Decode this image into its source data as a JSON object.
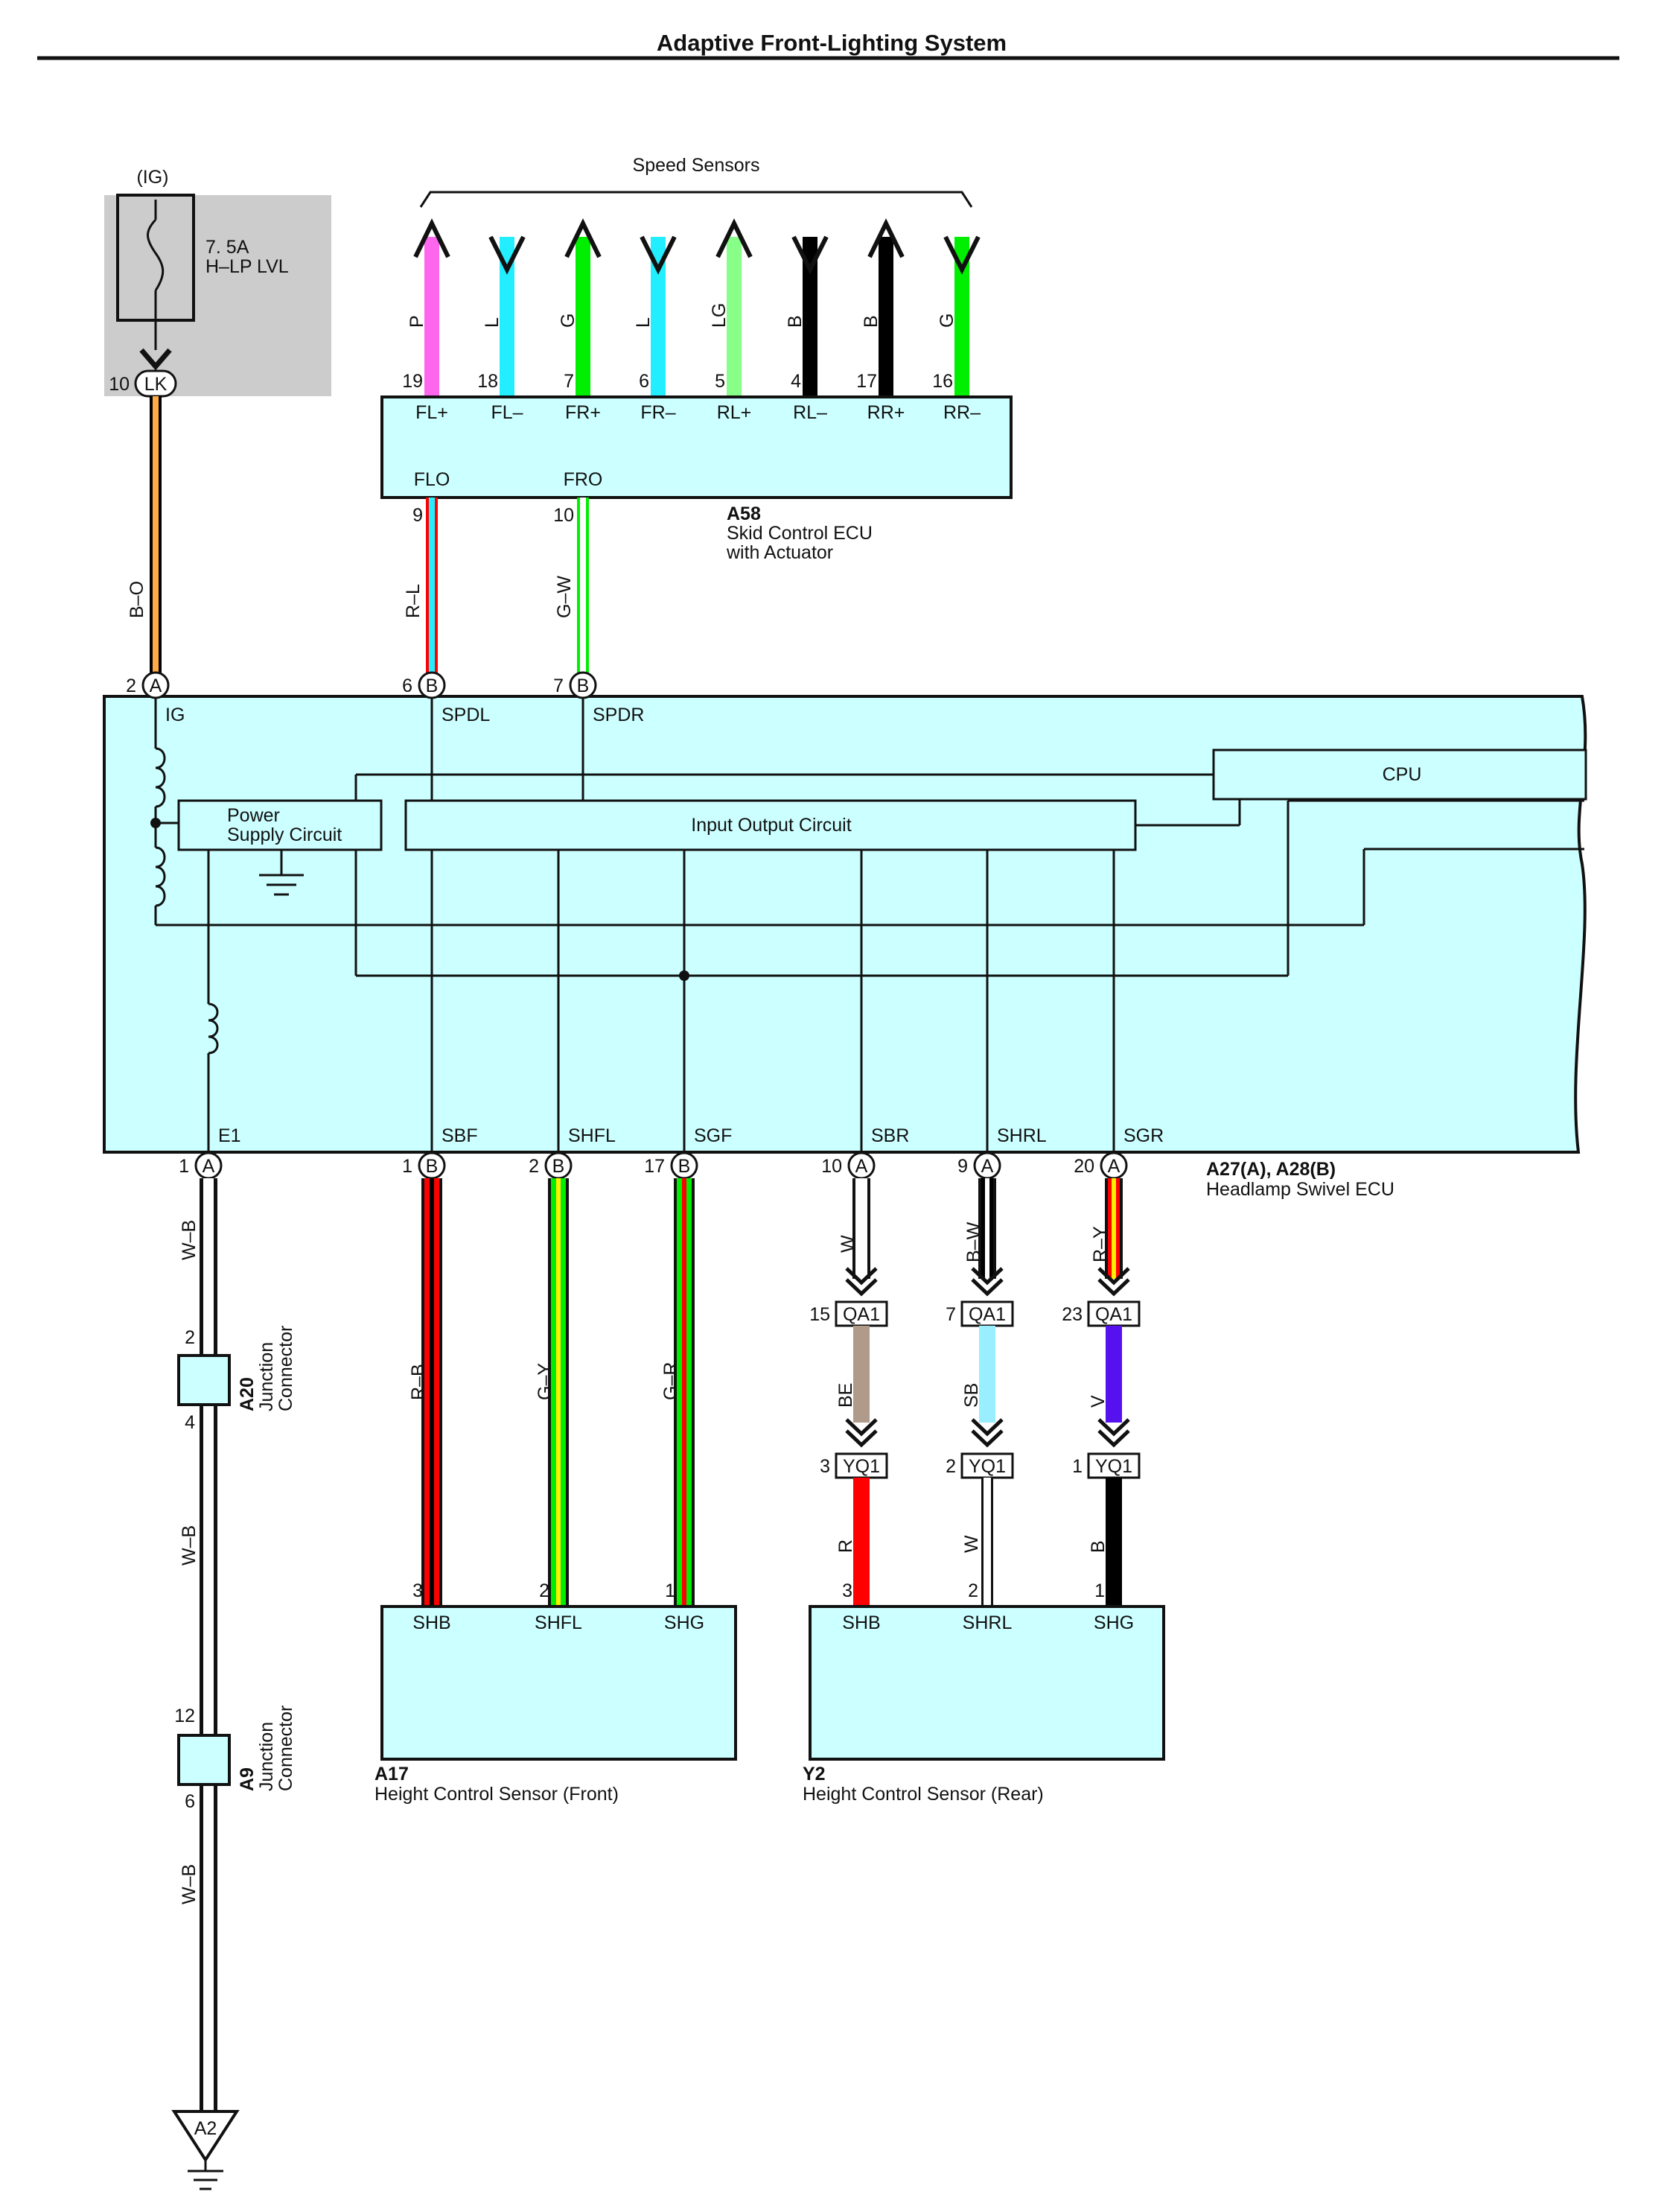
{
  "page": {
    "title": "Adaptive Front-Lighting System"
  },
  "colors": {
    "ecu_fill": "#ccffff",
    "fuse_box_fill": "#cccccc",
    "P": "#ff66ee",
    "L": "#22eeff",
    "G": "#00ee00",
    "LG": "#88ff88",
    "B": "#000000",
    "R": "#ff0000",
    "W": "#ffffff",
    "BE": "#b09a8a",
    "SB": "#99eeff",
    "V": "#5511ee",
    "O": "#ffaa44",
    "Y": "#ffee00"
  },
  "fuse": {
    "power": "(IG)",
    "rating": "7. 5A",
    "name": "H–LP LVL",
    "pin": "10",
    "connector": "LK"
  },
  "speed_sensors": {
    "label": "Speed Sensors",
    "wires": [
      {
        "color_code": "P",
        "pin": "19",
        "terminal": "FL+",
        "icon": "arrow-up-icon"
      },
      {
        "color_code": "L",
        "pin": "18",
        "terminal": "FL–",
        "icon": "arrow-down-icon"
      },
      {
        "color_code": "G",
        "pin": "7",
        "terminal": "FR+",
        "icon": "arrow-up-icon"
      },
      {
        "color_code": "L",
        "pin": "6",
        "terminal": "FR–",
        "icon": "arrow-down-icon"
      },
      {
        "color_code": "LG",
        "pin": "5",
        "terminal": "RL+",
        "icon": "arrow-up-icon"
      },
      {
        "color_code": "B",
        "pin": "4",
        "terminal": "RL–",
        "icon": "arrow-down-icon"
      },
      {
        "color_code": "B",
        "pin": "17",
        "terminal": "RR+",
        "icon": "arrow-up-icon"
      },
      {
        "color_code": "G",
        "pin": "16",
        "terminal": "RR–",
        "icon": "arrow-down-icon"
      }
    ]
  },
  "skid_ecu": {
    "code": "A58",
    "name_line1": "Skid Control ECU",
    "name_line2": "with Actuator",
    "out_terminals": [
      {
        "name": "FLO",
        "pin": "9"
      },
      {
        "name": "FRO",
        "pin": "10"
      }
    ]
  },
  "ecu": {
    "code": "A27(A), A28(B)",
    "name": "Headlamp Swivel ECU",
    "cpu": "CPU",
    "power_supply_line1": "Power",
    "power_supply_line2": "Supply Circuit",
    "io_circuit": "Input Output Circuit",
    "top_pins": [
      {
        "terminal": "IG",
        "pin": "2",
        "connector": "A",
        "wire": "B–O"
      },
      {
        "terminal": "SPDL",
        "pin": "6",
        "connector": "B",
        "wire": "R–L"
      },
      {
        "terminal": "SPDR",
        "pin": "7",
        "connector": "B",
        "wire": "G–W"
      }
    ],
    "bottom_pins": [
      {
        "terminal": "E1",
        "pin": "1",
        "connector": "A",
        "wire": "W–B"
      },
      {
        "terminal": "SBF",
        "pin": "1",
        "connector": "B",
        "wire": "R–B"
      },
      {
        "terminal": "SHFL",
        "pin": "2",
        "connector": "B",
        "wire": "G–Y"
      },
      {
        "terminal": "SGF",
        "pin": "17",
        "connector": "B",
        "wire": "G–R"
      },
      {
        "terminal": "SBR",
        "pin": "10",
        "connector": "A",
        "wire": "W"
      },
      {
        "terminal": "SHRL",
        "pin": "9",
        "connector": "A",
        "wire": "B–W"
      },
      {
        "terminal": "SGR",
        "pin": "20",
        "connector": "A",
        "wire": "R–Y"
      }
    ]
  },
  "rear_connectors": [
    {
      "qa_pin": "15",
      "qa": "QA1",
      "mid_wire": "BE",
      "yq_pin": "3",
      "yq": "YQ1",
      "bottom_wire": "R",
      "sensor_pin": "3"
    },
    {
      "qa_pin": "7",
      "qa": "QA1",
      "mid_wire": "SB",
      "yq_pin": "2",
      "yq": "YQ1",
      "bottom_wire": "W",
      "sensor_pin": "2"
    },
    {
      "qa_pin": "23",
      "qa": "QA1",
      "mid_wire": "V",
      "yq_pin": "1",
      "yq": "YQ1",
      "bottom_wire": "B",
      "sensor_pin": "1"
    }
  ],
  "front_sensor": {
    "code": "A17",
    "name": "Height Control Sensor (Front)",
    "terminals": [
      {
        "name": "SHB",
        "pin": "3"
      },
      {
        "name": "SHFL",
        "pin": "2"
      },
      {
        "name": "SHG",
        "pin": "1"
      }
    ]
  },
  "rear_sensor": {
    "code": "Y2",
    "name": "Height Control Sensor (Rear)",
    "terminals": [
      {
        "name": "SHB",
        "pin": "3"
      },
      {
        "name": "SHRL",
        "pin": "2"
      },
      {
        "name": "SHG",
        "pin": "1"
      }
    ]
  },
  "junction_a20": {
    "code": "A20",
    "line1": "Junction",
    "line2": "Connector",
    "pin_top": "2",
    "pin_bottom": "4"
  },
  "junction_a9": {
    "code": "A9",
    "line1": "Junction",
    "line2": "Connector",
    "pin_top": "12",
    "pin_bottom": "6"
  },
  "ground_wires": [
    "W–B",
    "W–B",
    "W–B"
  ],
  "ground": {
    "code": "A2"
  }
}
